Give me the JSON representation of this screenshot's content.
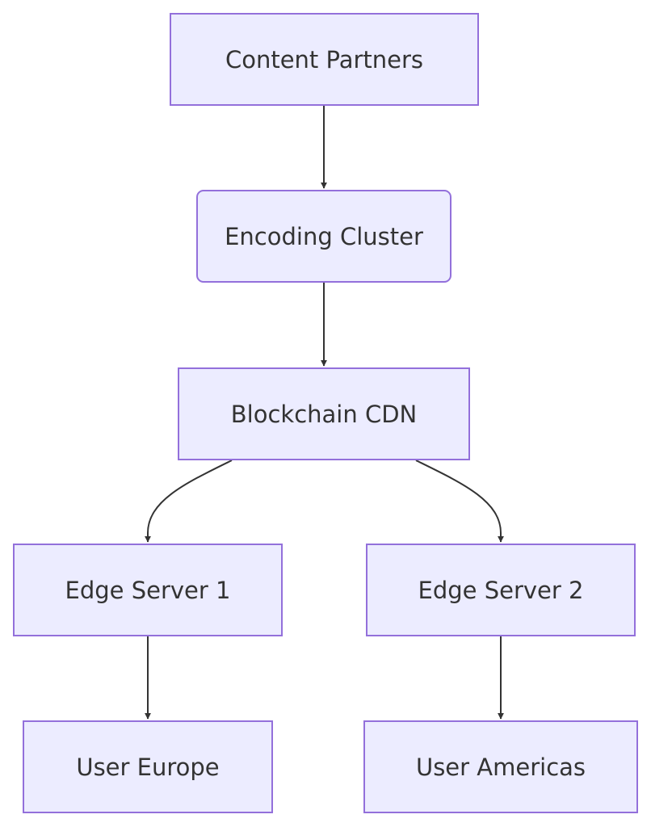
{
  "nodes": {
    "content_partners": "Content Partners",
    "encoding_cluster": "Encoding Cluster",
    "blockchain_cdn": "Blockchain CDN",
    "edge_server_1": "Edge Server 1",
    "edge_server_2": "Edge Server 2",
    "user_europe": "User Europe",
    "user_americas": "User Americas"
  },
  "edges": [
    {
      "from": "content_partners",
      "to": "encoding_cluster"
    },
    {
      "from": "encoding_cluster",
      "to": "blockchain_cdn"
    },
    {
      "from": "blockchain_cdn",
      "to": "edge_server_1"
    },
    {
      "from": "blockchain_cdn",
      "to": "edge_server_2"
    },
    {
      "from": "edge_server_1",
      "to": "user_europe"
    },
    {
      "from": "edge_server_2",
      "to": "user_americas"
    }
  ],
  "colors": {
    "node_fill": "#ececff",
    "node_border": "#9370db",
    "edge": "#333333",
    "text": "#333333"
  }
}
